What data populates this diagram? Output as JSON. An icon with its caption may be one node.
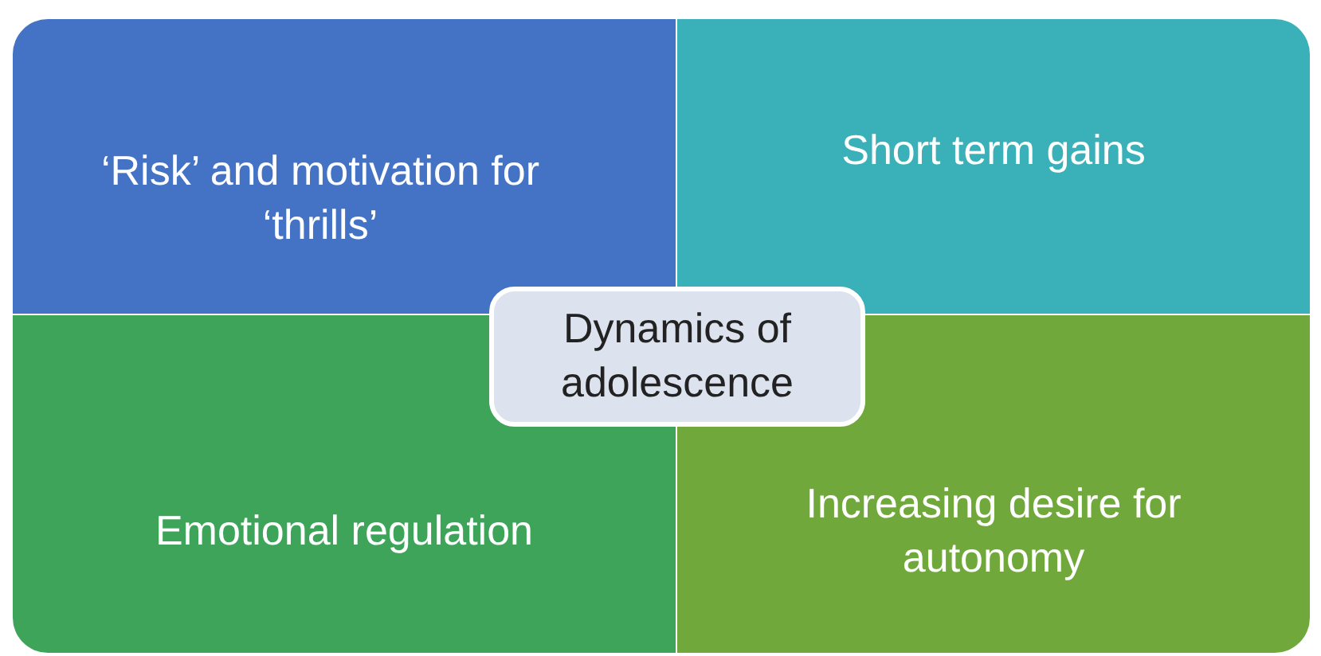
{
  "diagram": {
    "nodes": [
      {
        "text": [
          "‘Risk’ and motivation for ‘thrills’"
        ]
      },
      {
        "text": [
          "Short term gains"
        ]
      },
      {
        "text": [
          "Dynamics of adolescence"
        ]
      },
      {
        "text": [
          "Emotional regulation"
        ]
      },
      {
        "text": [
          "Increasing desire for autonomy"
        ]
      }
    ]
  }
}
